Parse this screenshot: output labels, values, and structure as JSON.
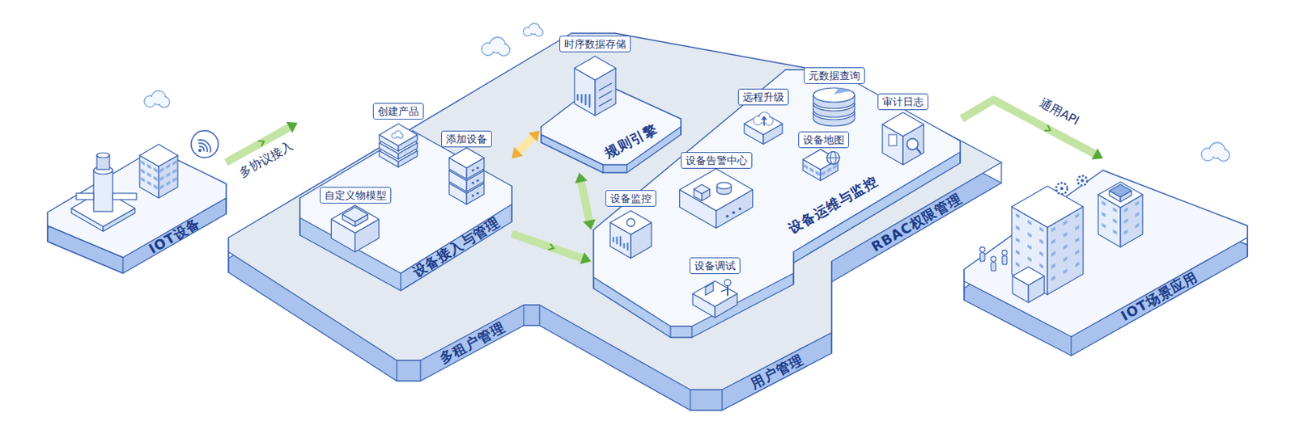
{
  "diagram": {
    "nodes": [
      {
        "text": [
          "IOT设备"
        ]
      },
      {
        "text": [
          "多租户管理",
          "用户管理",
          "RBAC权限管理"
        ]
      },
      {
        "text": [
          "设备接入与管理"
        ],
        "in": 1
      },
      {
        "text": [
          "创建产品"
        ],
        "in": 2
      },
      {
        "text": [
          "添加设备"
        ],
        "in": 2
      },
      {
        "text": [
          "自定义物模型"
        ],
        "in": 2
      },
      {
        "text": [
          "规则引擎"
        ],
        "in": 1
      },
      {
        "text": [
          "时序数据存储"
        ],
        "in": 6
      },
      {
        "text": [
          "设备运维与监控"
        ],
        "in": 1
      },
      {
        "text": [
          "远程升级"
        ],
        "in": 8
      },
      {
        "text": [
          "元数据查询"
        ],
        "in": 8
      },
      {
        "text": [
          "审计日志"
        ],
        "in": 8
      },
      {
        "text": [
          "设备地图"
        ],
        "in": 8
      },
      {
        "text": [
          "设备告警中心"
        ],
        "in": 8
      },
      {
        "text": [
          "设备监控"
        ],
        "in": 8
      },
      {
        "text": [
          "设备调试"
        ],
        "in": 8
      },
      {
        "text": [
          "IOT场景应用"
        ]
      }
    ],
    "edges": [
      {
        "from": 0,
        "to": 2,
        "label": "多协议接入",
        "arrow": "to"
      },
      {
        "from": 2,
        "to": 6,
        "arrow": "both"
      },
      {
        "from": 6,
        "to": 8,
        "arrow": "both"
      },
      {
        "from": 2,
        "to": 8,
        "arrow": "to"
      },
      {
        "from": 8,
        "to": 16,
        "label": "通用API",
        "arrow": "to"
      }
    ]
  }
}
